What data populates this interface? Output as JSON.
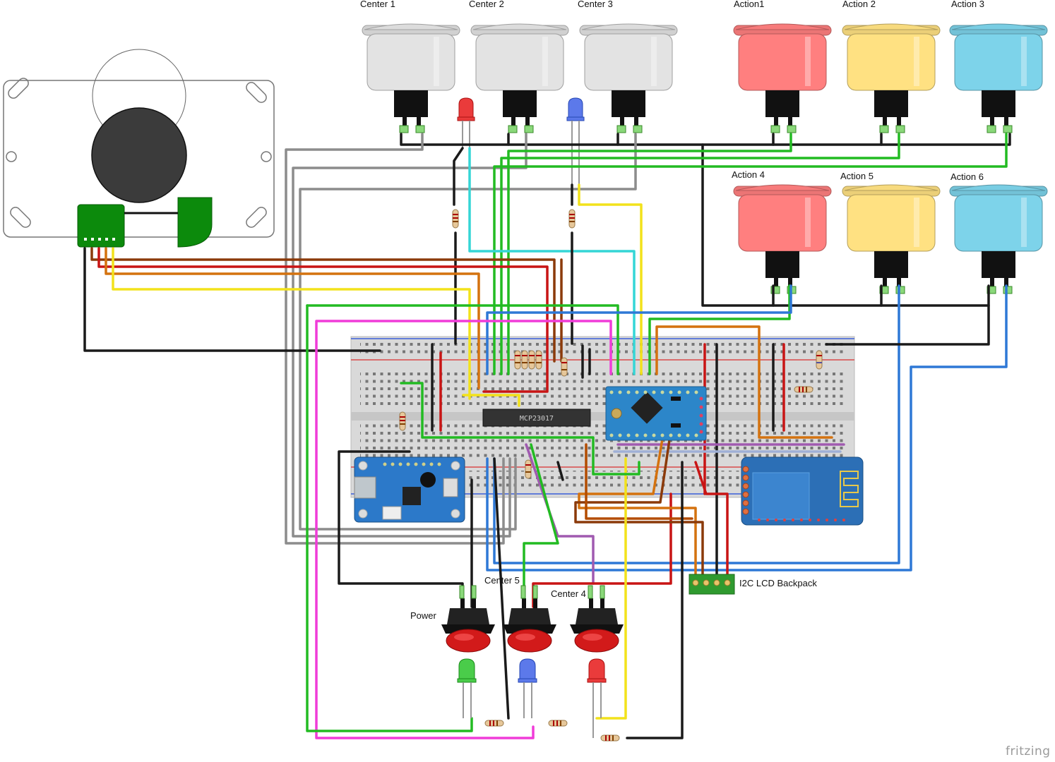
{
  "title": "",
  "buttons_top": [
    {
      "label": "Center 1",
      "color": "#e3e3e3"
    },
    {
      "label": "Center 2",
      "color": "#e3e3e3"
    },
    {
      "label": "Center 3",
      "color": "#e3e3e3"
    },
    {
      "label": "Action1",
      "color": "#ff7f7f"
    },
    {
      "label": "Action 2",
      "color": "#ffe182"
    },
    {
      "label": "Action 3",
      "color": "#7dd3ea"
    }
  ],
  "buttons_mid": [
    {
      "label": "Action 4",
      "color": "#ff7f7f"
    },
    {
      "label": "Action 5",
      "color": "#ffe182"
    },
    {
      "label": "Action 6",
      "color": "#7dd3ea"
    }
  ],
  "push_buttons": [
    {
      "label": "Power"
    },
    {
      "label": "Center 5"
    },
    {
      "label": "Center 4"
    }
  ],
  "chips": {
    "mcp": "MCP23017",
    "lcd_backpack": "I2C LCD Backpack"
  },
  "brand": "fritzing",
  "wire_colors": {
    "black": "#1a1a1a",
    "gray": "#8c8c8c",
    "green": "#22bb22",
    "yellow": "#f2e21b",
    "red": "#c81414",
    "brown": "#8b3a0a",
    "orange": "#d4720f",
    "blue": "#2e78d6",
    "cyan": "#35d6d6",
    "magenta": "#f03cd8",
    "purple": "#a05ab0",
    "darkorange": "#b34c00"
  }
}
